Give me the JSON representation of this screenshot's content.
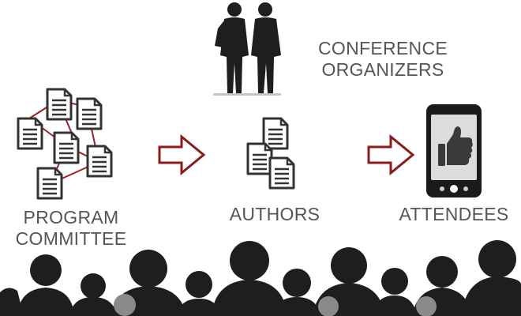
{
  "organizers": {
    "line1": "CONFERENCE",
    "line2": "ORGANIZERS"
  },
  "program_committee": {
    "line1": "PROGRAM",
    "line2": "COMMITTEE"
  },
  "authors": {
    "label": "AUTHORS"
  },
  "attendees": {
    "label": "ATTENDEES"
  },
  "icons": {
    "organizers": "people-silhouette-icon",
    "committee_docs": "document-network-icon",
    "author_docs": "document-stack-icon",
    "phone": "smartphone-thumbs-up-icon",
    "arrow": "arrow-right-icon",
    "audience": "audience-silhouette-icon"
  },
  "colors": {
    "label_text": "#555555",
    "icon_dark": "#333333",
    "arrow_stroke": "#8b1a1a",
    "network_line": "#9b2222",
    "silhouette": "#1e1e1e",
    "gray_head": "#8a8a8a"
  }
}
